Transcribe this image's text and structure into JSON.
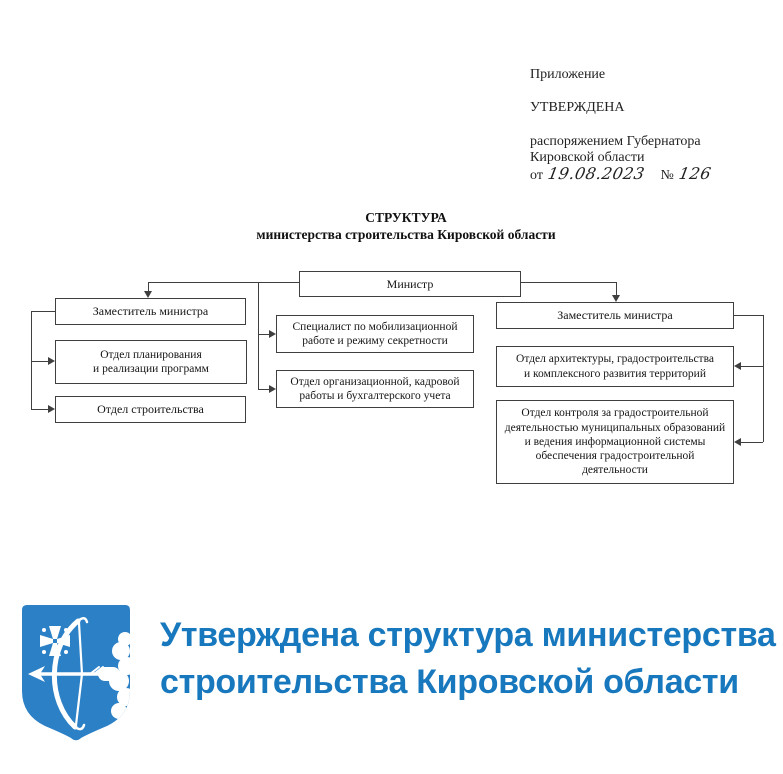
{
  "document": {
    "approval": {
      "annex": "Приложение",
      "approved": "УТВЕРЖДЕНА",
      "by_line1": "распоряжением Губернатора",
      "by_line2": "Кировской области",
      "date_prefix": "от",
      "date_value": "19.08.2023",
      "number_sign": "№",
      "number_value": "126"
    },
    "title_line1": "СТРУКТУРА",
    "title_line2": "министерства строительства Кировской области",
    "org_chart": {
      "minister": "Министр",
      "deputy_left": "Заместитель министра",
      "dept_planning": [
        "Отдел планирования",
        "и реализации программ"
      ],
      "dept_construction": "Отдел строительства",
      "specialist_mobilization": [
        "Специалист по мобилизационной",
        "работе и режиму секретности"
      ],
      "dept_org_hr_accounting": [
        "Отдел организационной, кадровой",
        "работы и бухгалтерского учета"
      ],
      "deputy_right": "Заместитель министра",
      "dept_architecture": [
        "Отдел архитектуры, градостроительства",
        "и комплексного развития территорий"
      ],
      "dept_control": [
        "Отдел контроля за градостроительной",
        "деятельностью муниципальных образований",
        "и ведения информационной системы",
        "обеспечения градостроительной",
        "деятельности"
      ]
    }
  },
  "banner": {
    "headline": [
      "Утверждена структура министерства",
      "строительства Кировской области"
    ],
    "text_color": "#1878be",
    "logo_color": "#2c80c6",
    "logo_name": "kirov-oblast-coat-of-arms"
  }
}
